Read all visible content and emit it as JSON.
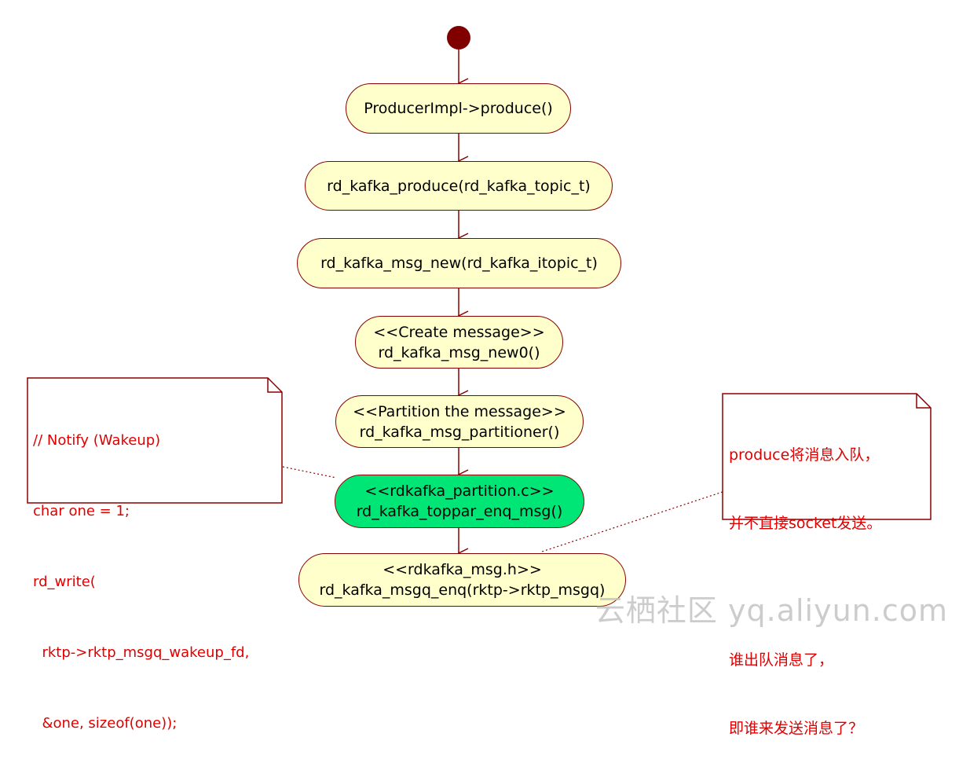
{
  "nodes": {
    "n1": [
      "ProducerImpl->produce()"
    ],
    "n2": [
      "rd_kafka_produce(rd_kafka_topic_t)"
    ],
    "n3": [
      "rd_kafka_msg_new(rd_kafka_itopic_t)"
    ],
    "n4": [
      "<<Create message>>",
      "rd_kafka_msg_new0()"
    ],
    "n5": [
      "<<Partition the message>>",
      "rd_kafka_msg_partitioner()"
    ],
    "n6": [
      "<<rdkafka_partition.c>>",
      "rd_kafka_toppar_enq_msg()"
    ],
    "n7": [
      "<<rdkafka_msg.h>>",
      "rd_kafka_msgq_enq(rktp->rktp_msgq)"
    ]
  },
  "notes": {
    "left": [
      "// Notify (Wakeup)",
      "char one = 1;",
      "rd_write(",
      "  rktp->rktp_msgq_wakeup_fd,",
      "  &one, sizeof(one));"
    ],
    "right": [
      "produce将消息入队，",
      "并不直接socket发送。",
      "",
      "谁出队消息了，",
      "即谁来发送消息了？"
    ]
  },
  "watermark": "云栖社区 yq.aliyun.com",
  "colors": {
    "node_fill": "#ffffcc",
    "node_highlight": "#00e676",
    "border": "#8b0000",
    "start": "#800000",
    "note_text": "#e00000"
  }
}
